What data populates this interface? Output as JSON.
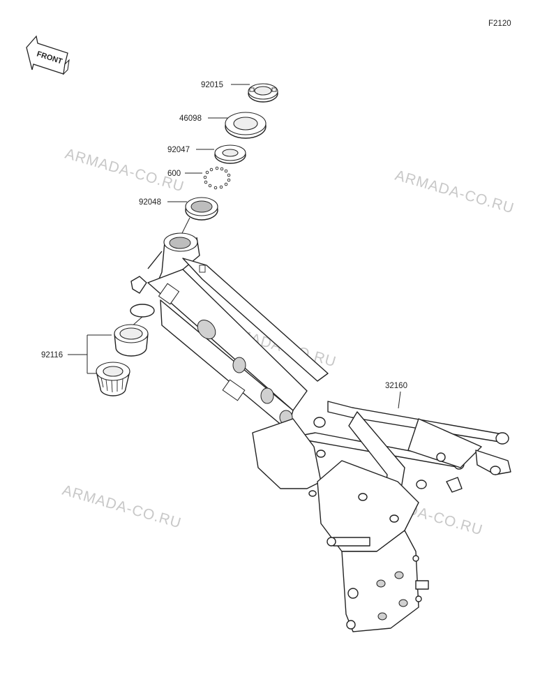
{
  "figure_code": "F2120",
  "front_arrow_text": "FRONT",
  "watermark_text": "ARMADA-CO.RU",
  "parts": [
    {
      "number": "92015"
    },
    {
      "number": "46098"
    },
    {
      "number": "92047"
    },
    {
      "number": "600"
    },
    {
      "number": "92048"
    },
    {
      "number": "92116"
    },
    {
      "number": "32160"
    }
  ]
}
